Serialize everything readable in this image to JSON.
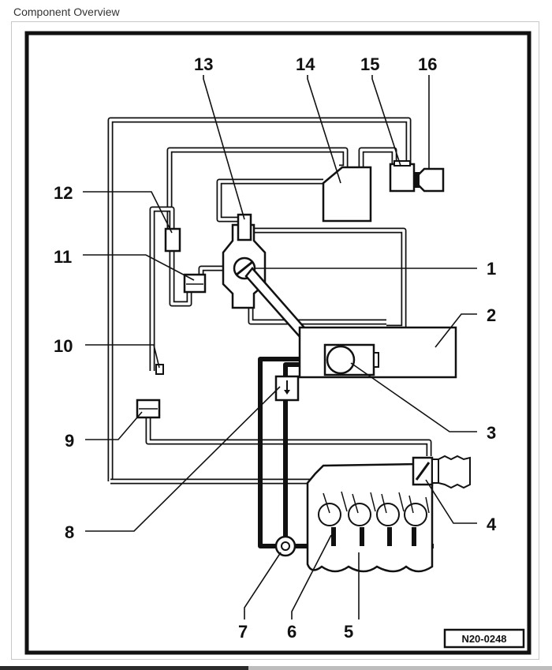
{
  "page": {
    "title": "Component Overview"
  },
  "diagram": {
    "drawing_code": "N20-0248",
    "callouts": {
      "c1": "1",
      "c2": "2",
      "c3": "3",
      "c4": "4",
      "c5": "5",
      "c6": "6",
      "c7": "7",
      "c8": "8",
      "c9": "9",
      "c10": "10",
      "c11": "11",
      "c12": "12",
      "c13": "13",
      "c14": "14",
      "c15": "15",
      "c16": "16"
    }
  }
}
